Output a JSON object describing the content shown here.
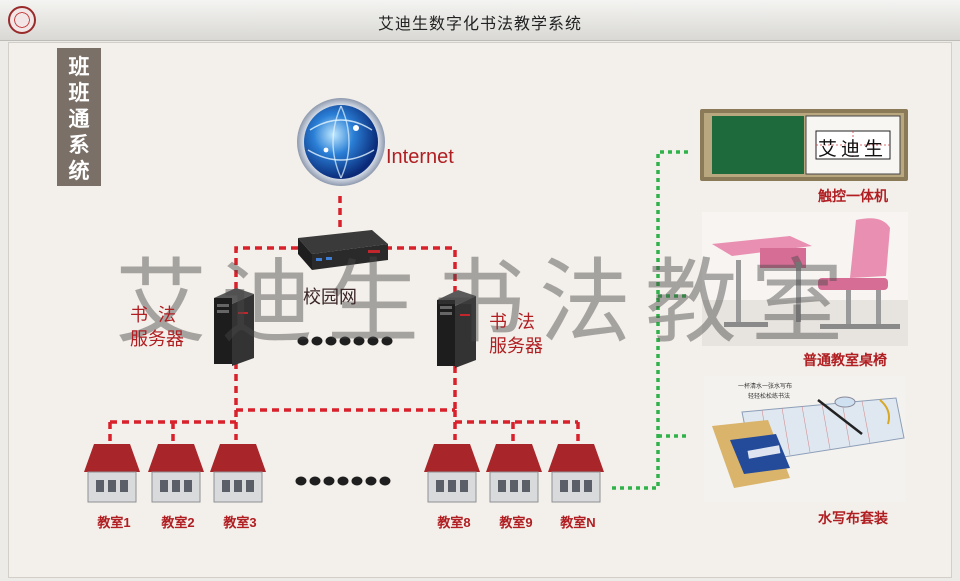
{
  "header": {
    "title": "艾迪生数字化书法教学系统"
  },
  "side_label": "班班通系统",
  "watermark": "艾迪生书法教室",
  "network": {
    "internet_label": "Internet",
    "campus_net_label": "校园网",
    "server_left_label_line1": "书  法",
    "server_left_label_line2": "服务器",
    "server_right_label_line1": "书  法",
    "server_right_label_line2": "服务器"
  },
  "classrooms": [
    "教室1",
    "教室2",
    "教室3",
    "教室8",
    "教室9",
    "教室N"
  ],
  "devices": {
    "touch_screen_label": "触控一体机",
    "board_text": "艾迪生",
    "desk_label": "普通教室桌椅",
    "cloth_label": "水写布套装",
    "cloth_text_line1": "一杯清水一张水写布",
    "cloth_text_line2": "轻轻松松练书法"
  },
  "colors": {
    "accent_red": "#b01e22",
    "line_red": "#d8212a",
    "line_green": "#2fb24a",
    "roof": "#a8262a"
  }
}
